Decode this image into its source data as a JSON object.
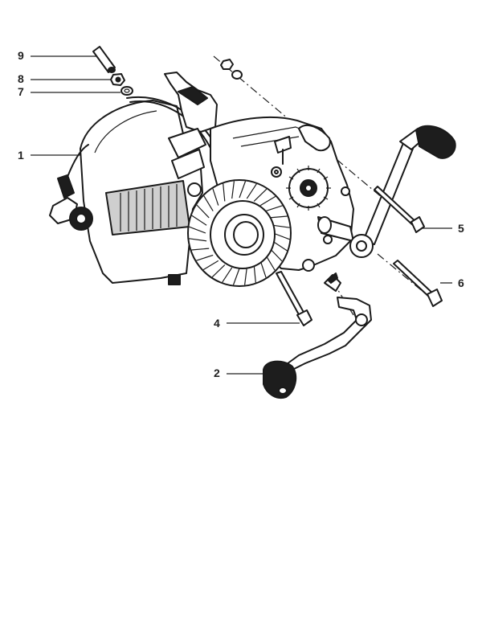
{
  "callouts": [
    {
      "id": "c9",
      "label": "9"
    },
    {
      "id": "c8",
      "label": "8"
    },
    {
      "id": "c7",
      "label": "7"
    },
    {
      "id": "c1",
      "label": "1"
    },
    {
      "id": "c5",
      "label": "5"
    },
    {
      "id": "c6",
      "label": "6"
    },
    {
      "id": "c4",
      "label": "4"
    },
    {
      "id": "c2",
      "label": "2"
    }
  ]
}
